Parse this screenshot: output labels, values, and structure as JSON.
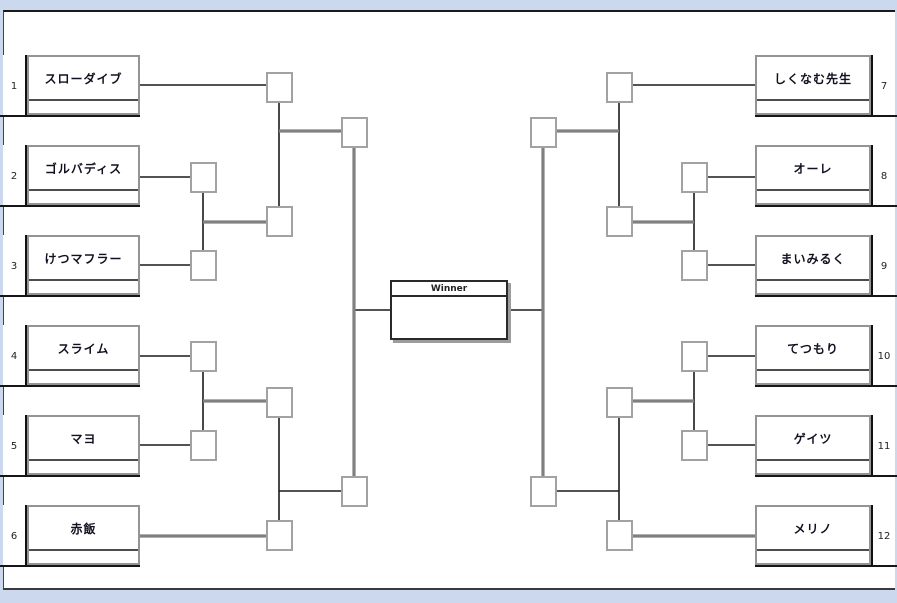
{
  "diagram": {
    "type": "tournament-bracket",
    "winner_label": "Winner",
    "left_players": [
      {
        "seed": "1",
        "name": "スローダイブ"
      },
      {
        "seed": "2",
        "name": "ゴルバディス"
      },
      {
        "seed": "3",
        "name": "けつマフラー"
      },
      {
        "seed": "4",
        "name": "スライム"
      },
      {
        "seed": "5",
        "name": "マヨ"
      },
      {
        "seed": "6",
        "name": "赤飯"
      }
    ],
    "right_players": [
      {
        "seed": "7",
        "name": "しくなむ先生"
      },
      {
        "seed": "8",
        "name": "オーレ"
      },
      {
        "seed": "9",
        "name": "まいみるく"
      },
      {
        "seed": "10",
        "name": "てつもり"
      },
      {
        "seed": "11",
        "name": "ゲイツ"
      },
      {
        "seed": "12",
        "name": "メリノ"
      }
    ],
    "colors": {
      "background_margin": "#ccd8ee",
      "line_black": "#1a1a1a",
      "line_gray": "#808080",
      "box_border_gray": "#a2a2a2"
    }
  }
}
